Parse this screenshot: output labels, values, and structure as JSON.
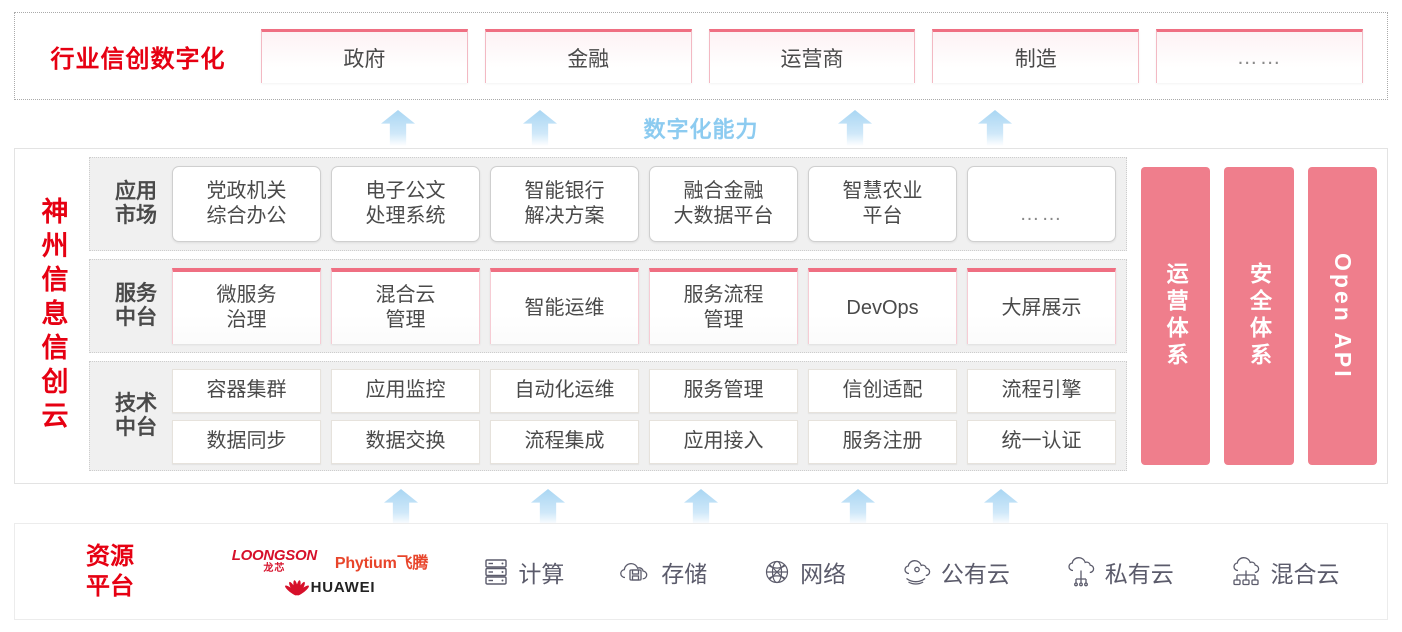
{
  "industry": {
    "title": "行业信创数字化",
    "cards": [
      "政府",
      "金融",
      "运营商",
      "制造",
      "……"
    ]
  },
  "capability": {
    "label": "数字化能力"
  },
  "cloud": {
    "title": "神州信息信创云",
    "layers": [
      {
        "label_line1": "应用",
        "label_line2": "市场",
        "cards": [
          "党政机关\n综合办公",
          "电子公文\n处理系统",
          "智能银行\n解决方案",
          "融合金融\n大数据平台",
          "智慧农业\n平台",
          "……"
        ]
      },
      {
        "label_line1": "服务",
        "label_line2": "中台",
        "cards": [
          "微服务\n治理",
          "混合云\n管理",
          "智能运维",
          "服务流程\n管理",
          "DevOps",
          "大屏展示"
        ]
      },
      {
        "label_line1": "技术",
        "label_line2": "中台",
        "row1": [
          "容器集群",
          "应用监控",
          "自动化运维",
          "服务管理",
          "信创适配",
          "流程引擎"
        ],
        "row2": [
          "数据同步",
          "数据交换",
          "流程集成",
          "应用接入",
          "服务注册",
          "统一认证"
        ]
      }
    ],
    "side_panels": [
      "运营体系",
      "安全体系",
      "Open API"
    ]
  },
  "resource": {
    "title_line1": "资源",
    "title_line2": "平台",
    "logos": {
      "loongson_en": "LOONGSON",
      "loongson_cn": "龙芯",
      "phytium": "Phytium飞腾",
      "huawei": "HUAWEI"
    },
    "items": [
      {
        "icon": "server-icon",
        "label": "计算"
      },
      {
        "icon": "cloud-storage-icon",
        "label": "存储"
      },
      {
        "icon": "network-globe-icon",
        "label": "网络"
      },
      {
        "icon": "public-cloud-icon",
        "label": "公有云"
      },
      {
        "icon": "private-cloud-icon",
        "label": "私有云"
      },
      {
        "icon": "hybrid-cloud-icon",
        "label": "混合云"
      }
    ]
  },
  "colors": {
    "brand_red": "#e60012",
    "accent_pink": "#ef6f82",
    "panel_pink": "#ef7e8c",
    "arrow_blue": "#a9d6f3",
    "capability_blue": "#8ccbf0"
  }
}
